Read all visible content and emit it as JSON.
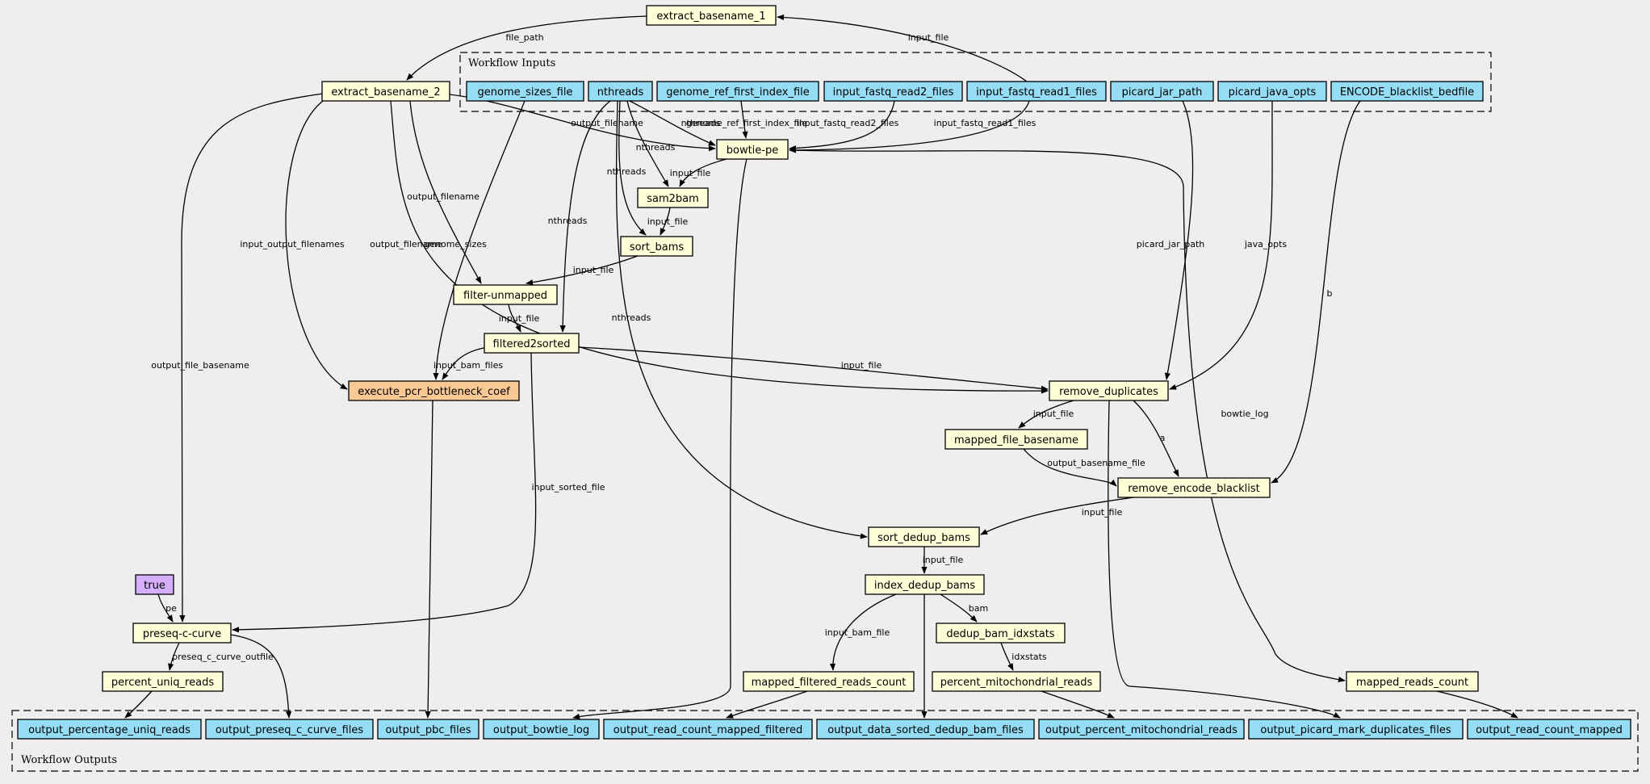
{
  "colors": {
    "background": "#eeeeee",
    "input": "#94ddf4",
    "step": "#ffffd8",
    "highlight": "#f9c893",
    "default": "#d5aefc",
    "output": "#94ddf4",
    "stroke": "#000000"
  },
  "clusters": [
    {
      "id": "inputs",
      "label": "Workflow Inputs"
    },
    {
      "id": "outputs",
      "label": "Workflow Outputs"
    }
  ],
  "nodes": [
    {
      "id": "extract_basename_1",
      "label": "extract_basename_1",
      "kind": "step"
    },
    {
      "id": "extract_basename_2",
      "label": "extract_basename_2",
      "kind": "step"
    },
    {
      "id": "genome_sizes_file",
      "label": "genome_sizes_file",
      "kind": "input"
    },
    {
      "id": "nthreads",
      "label": "nthreads",
      "kind": "input"
    },
    {
      "id": "genome_ref_first_index_file",
      "label": "genome_ref_first_index_file",
      "kind": "input"
    },
    {
      "id": "input_fastq_read2_files",
      "label": "input_fastq_read2_files",
      "kind": "input"
    },
    {
      "id": "input_fastq_read1_files",
      "label": "input_fastq_read1_files",
      "kind": "input"
    },
    {
      "id": "picard_jar_path",
      "label": "picard_jar_path",
      "kind": "input"
    },
    {
      "id": "picard_java_opts",
      "label": "picard_java_opts",
      "kind": "input"
    },
    {
      "id": "ENCODE_blacklist_bedfile",
      "label": "ENCODE_blacklist_bedfile",
      "kind": "input"
    },
    {
      "id": "bowtie_pe",
      "label": "bowtie-pe",
      "kind": "step"
    },
    {
      "id": "sam2bam",
      "label": "sam2bam",
      "kind": "step"
    },
    {
      "id": "sort_bams",
      "label": "sort_bams",
      "kind": "step"
    },
    {
      "id": "filter_unmapped",
      "label": "filter-unmapped",
      "kind": "step"
    },
    {
      "id": "filtered2sorted",
      "label": "filtered2sorted",
      "kind": "step"
    },
    {
      "id": "execute_pcr_bottleneck_coef",
      "label": "execute_pcr_bottleneck_coef",
      "kind": "highlight"
    },
    {
      "id": "remove_duplicates",
      "label": "remove_duplicates",
      "kind": "step"
    },
    {
      "id": "mapped_file_basename",
      "label": "mapped_file_basename",
      "kind": "step"
    },
    {
      "id": "remove_encode_blacklist",
      "label": "remove_encode_blacklist",
      "kind": "step"
    },
    {
      "id": "sort_dedup_bams",
      "label": "sort_dedup_bams",
      "kind": "step"
    },
    {
      "id": "index_dedup_bams",
      "label": "index_dedup_bams",
      "kind": "step"
    },
    {
      "id": "dedup_bam_idxstats",
      "label": "dedup_bam_idxstats",
      "kind": "step"
    },
    {
      "id": "mapped_filtered_reads_count",
      "label": "mapped_filtered_reads_count",
      "kind": "step"
    },
    {
      "id": "percent_mitochondrial_reads",
      "label": "percent_mitochondrial_reads",
      "kind": "step"
    },
    {
      "id": "mapped_reads_count",
      "label": "mapped_reads_count",
      "kind": "step"
    },
    {
      "id": "true_default",
      "label": "true",
      "kind": "default"
    },
    {
      "id": "preseq_c_curve",
      "label": "preseq-c-curve",
      "kind": "step"
    },
    {
      "id": "percent_uniq_reads",
      "label": "percent_uniq_reads",
      "kind": "step"
    },
    {
      "id": "output_percentage_uniq_reads",
      "label": "output_percentage_uniq_reads",
      "kind": "output"
    },
    {
      "id": "output_preseq_c_curve_files",
      "label": "output_preseq_c_curve_files",
      "kind": "output"
    },
    {
      "id": "output_pbc_files",
      "label": "output_pbc_files",
      "kind": "output"
    },
    {
      "id": "output_bowtie_log",
      "label": "output_bowtie_log",
      "kind": "output"
    },
    {
      "id": "output_read_count_mapped_filtered",
      "label": "output_read_count_mapped_filtered",
      "kind": "output"
    },
    {
      "id": "output_data_sorted_dedup_bam_files",
      "label": "output_data_sorted_dedup_bam_files",
      "kind": "output"
    },
    {
      "id": "output_percent_mitochondrial_reads",
      "label": "output_percent_mitochondrial_reads",
      "kind": "output"
    },
    {
      "id": "output_picard_mark_duplicates_files",
      "label": "output_picard_mark_duplicates_files",
      "kind": "output"
    },
    {
      "id": "output_read_count_mapped",
      "label": "output_read_count_mapped",
      "kind": "output"
    }
  ],
  "edges": [
    {
      "id": "e1",
      "from": "input_fastq_read1_files",
      "to": "extract_basename_1",
      "label": "input_file"
    },
    {
      "id": "e2",
      "from": "extract_basename_1",
      "to": "extract_basename_2",
      "label": "file_path"
    },
    {
      "id": "e3",
      "from": "extract_basename_2",
      "to": "bowtie_pe",
      "label": "output_filename"
    },
    {
      "id": "e4",
      "from": "nthreads",
      "to": "bowtie_pe",
      "label": "nthreads"
    },
    {
      "id": "e5",
      "from": "genome_ref_first_index_file",
      "to": "bowtie_pe",
      "label": "genome_ref_first_index_file"
    },
    {
      "id": "e6",
      "from": "input_fastq_read2_files",
      "to": "bowtie_pe",
      "label": "input_fastq_read2_files"
    },
    {
      "id": "e7",
      "from": "input_fastq_read1_files",
      "to": "bowtie_pe",
      "label": "input_fastq_read1_files"
    },
    {
      "id": "e8",
      "from": "nthreads",
      "to": "sam2bam",
      "label": "nthreads"
    },
    {
      "id": "e9",
      "from": "bowtie_pe",
      "to": "sam2bam",
      "label": "input_file"
    },
    {
      "id": "e10",
      "from": "nthreads",
      "to": "sort_bams",
      "label": "nthreads"
    },
    {
      "id": "e11",
      "from": "sam2bam",
      "to": "sort_bams",
      "label": "input_file"
    },
    {
      "id": "e12",
      "from": "extract_basename_2",
      "to": "filter_unmapped",
      "label": "output_filename"
    },
    {
      "id": "e13",
      "from": "sort_bams",
      "to": "filter_unmapped",
      "label": "input_file"
    },
    {
      "id": "e14",
      "from": "nthreads",
      "to": "filtered2sorted",
      "label": "nthreads"
    },
    {
      "id": "e15",
      "from": "filter_unmapped",
      "to": "filtered2sorted",
      "label": "input_file"
    },
    {
      "id": "e16",
      "from": "extract_basename_2",
      "to": "execute_pcr_bottleneck_coef",
      "label": "input_output_filenames"
    },
    {
      "id": "e17",
      "from": "genome_sizes_file",
      "to": "execute_pcr_bottleneck_coef",
      "label": "genome_sizes"
    },
    {
      "id": "e18",
      "from": "filtered2sorted",
      "to": "execute_pcr_bottleneck_coef",
      "label": "input_bam_files"
    },
    {
      "id": "e19",
      "from": "extract_basename_2",
      "to": "remove_duplicates",
      "label": "output_filename"
    },
    {
      "id": "e20",
      "from": "filtered2sorted",
      "to": "remove_duplicates",
      "label": "input_file"
    },
    {
      "id": "e21",
      "from": "picard_jar_path",
      "to": "remove_duplicates",
      "label": "picard_jar_path"
    },
    {
      "id": "e22",
      "from": "picard_java_opts",
      "to": "remove_duplicates",
      "label": "java_opts"
    },
    {
      "id": "e23",
      "from": "remove_duplicates",
      "to": "mapped_file_basename",
      "label": "input_file"
    },
    {
      "id": "e24",
      "from": "remove_duplicates",
      "to": "remove_encode_blacklist",
      "label": "a"
    },
    {
      "id": "e25",
      "from": "ENCODE_blacklist_bedfile",
      "to": "remove_encode_blacklist",
      "label": "b"
    },
    {
      "id": "e26",
      "from": "mapped_file_basename",
      "to": "remove_encode_blacklist",
      "label": "output_basename_file"
    },
    {
      "id": "e27",
      "from": "nthreads",
      "to": "sort_dedup_bams",
      "label": "nthreads"
    },
    {
      "id": "e28",
      "from": "remove_encode_blacklist",
      "to": "sort_dedup_bams",
      "label": "input_file"
    },
    {
      "id": "e29",
      "from": "sort_dedup_bams",
      "to": "index_dedup_bams",
      "label": "input_file"
    },
    {
      "id": "e30",
      "from": "index_dedup_bams",
      "to": "dedup_bam_idxstats",
      "label": "bam"
    },
    {
      "id": "e31",
      "from": "index_dedup_bams",
      "to": "mapped_filtered_reads_count",
      "label": "input_bam_file"
    },
    {
      "id": "e32",
      "from": "dedup_bam_idxstats",
      "to": "percent_mitochondrial_reads",
      "label": "idxstats"
    },
    {
      "id": "e33",
      "from": "bowtie_pe",
      "to": "mapped_reads_count",
      "label": "bowtie_log"
    },
    {
      "id": "e34",
      "from": "extract_basename_2",
      "to": "preseq_c_curve",
      "label": "output_file_basename"
    },
    {
      "id": "e35",
      "from": "filtered2sorted",
      "to": "preseq_c_curve",
      "label": "input_sorted_file"
    },
    {
      "id": "e36",
      "from": "true_default",
      "to": "preseq_c_curve",
      "label": "pe"
    },
    {
      "id": "e37",
      "from": "preseq_c_curve",
      "to": "percent_uniq_reads",
      "label": "preseq_c_curve_outfile"
    },
    {
      "id": "e38",
      "from": "percent_uniq_reads",
      "to": "output_percentage_uniq_reads",
      "label": ""
    },
    {
      "id": "e39",
      "from": "preseq_c_curve",
      "to": "output_preseq_c_curve_files",
      "label": ""
    },
    {
      "id": "e40",
      "from": "execute_pcr_bottleneck_coef",
      "to": "output_pbc_files",
      "label": ""
    },
    {
      "id": "e41",
      "from": "bowtie_pe",
      "to": "output_bowtie_log",
      "label": ""
    },
    {
      "id": "e42",
      "from": "mapped_filtered_reads_count",
      "to": "output_read_count_mapped_filtered",
      "label": ""
    },
    {
      "id": "e43",
      "from": "index_dedup_bams",
      "to": "output_data_sorted_dedup_bam_files",
      "label": ""
    },
    {
      "id": "e44",
      "from": "percent_mitochondrial_reads",
      "to": "output_percent_mitochondrial_reads",
      "label": ""
    },
    {
      "id": "e45",
      "from": "remove_duplicates",
      "to": "output_picard_mark_duplicates_files",
      "label": ""
    },
    {
      "id": "e46",
      "from": "mapped_reads_count",
      "to": "output_read_count_mapped",
      "label": ""
    }
  ]
}
